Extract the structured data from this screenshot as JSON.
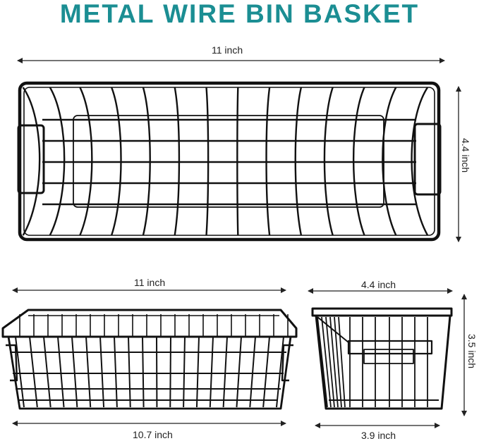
{
  "title": "METAL WIRE BIN BASKET",
  "colors": {
    "title": "#1b8e93",
    "wire": "#111111",
    "arrow": "#222222"
  },
  "top_view": {
    "length": "11 inch",
    "width": "4.4 inch"
  },
  "front_view": {
    "top_length": "11 inch",
    "bottom_length": "10.7 inch"
  },
  "side_view": {
    "top_width": "4.4 inch",
    "height": "3.5 inch",
    "bottom_width": "3.9 inch"
  }
}
